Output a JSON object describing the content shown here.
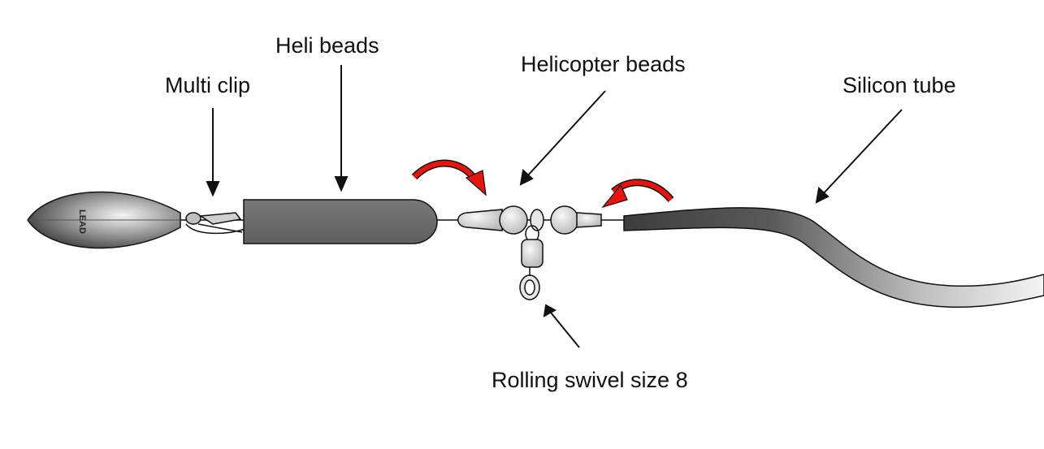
{
  "labels": {
    "multi_clip": "Multi clip",
    "heli_beads": "Heli beads",
    "helicopter_beads": "Helicopter beads",
    "silicon_tube": "Silicon tube",
    "rolling_swivel": "Rolling swivel size 8"
  },
  "lead_text": "LEAD",
  "colors": {
    "line": "#111111",
    "red_arrow": "#e8150f",
    "tube_dark": "#4a4a4a",
    "tube_light": "#f2f2f2",
    "heli_sleeve": "#6f6f6f",
    "lead_dark": "#2b2b2b",
    "lead_light": "#f0f0f0",
    "bead": "#d4d4d4"
  }
}
